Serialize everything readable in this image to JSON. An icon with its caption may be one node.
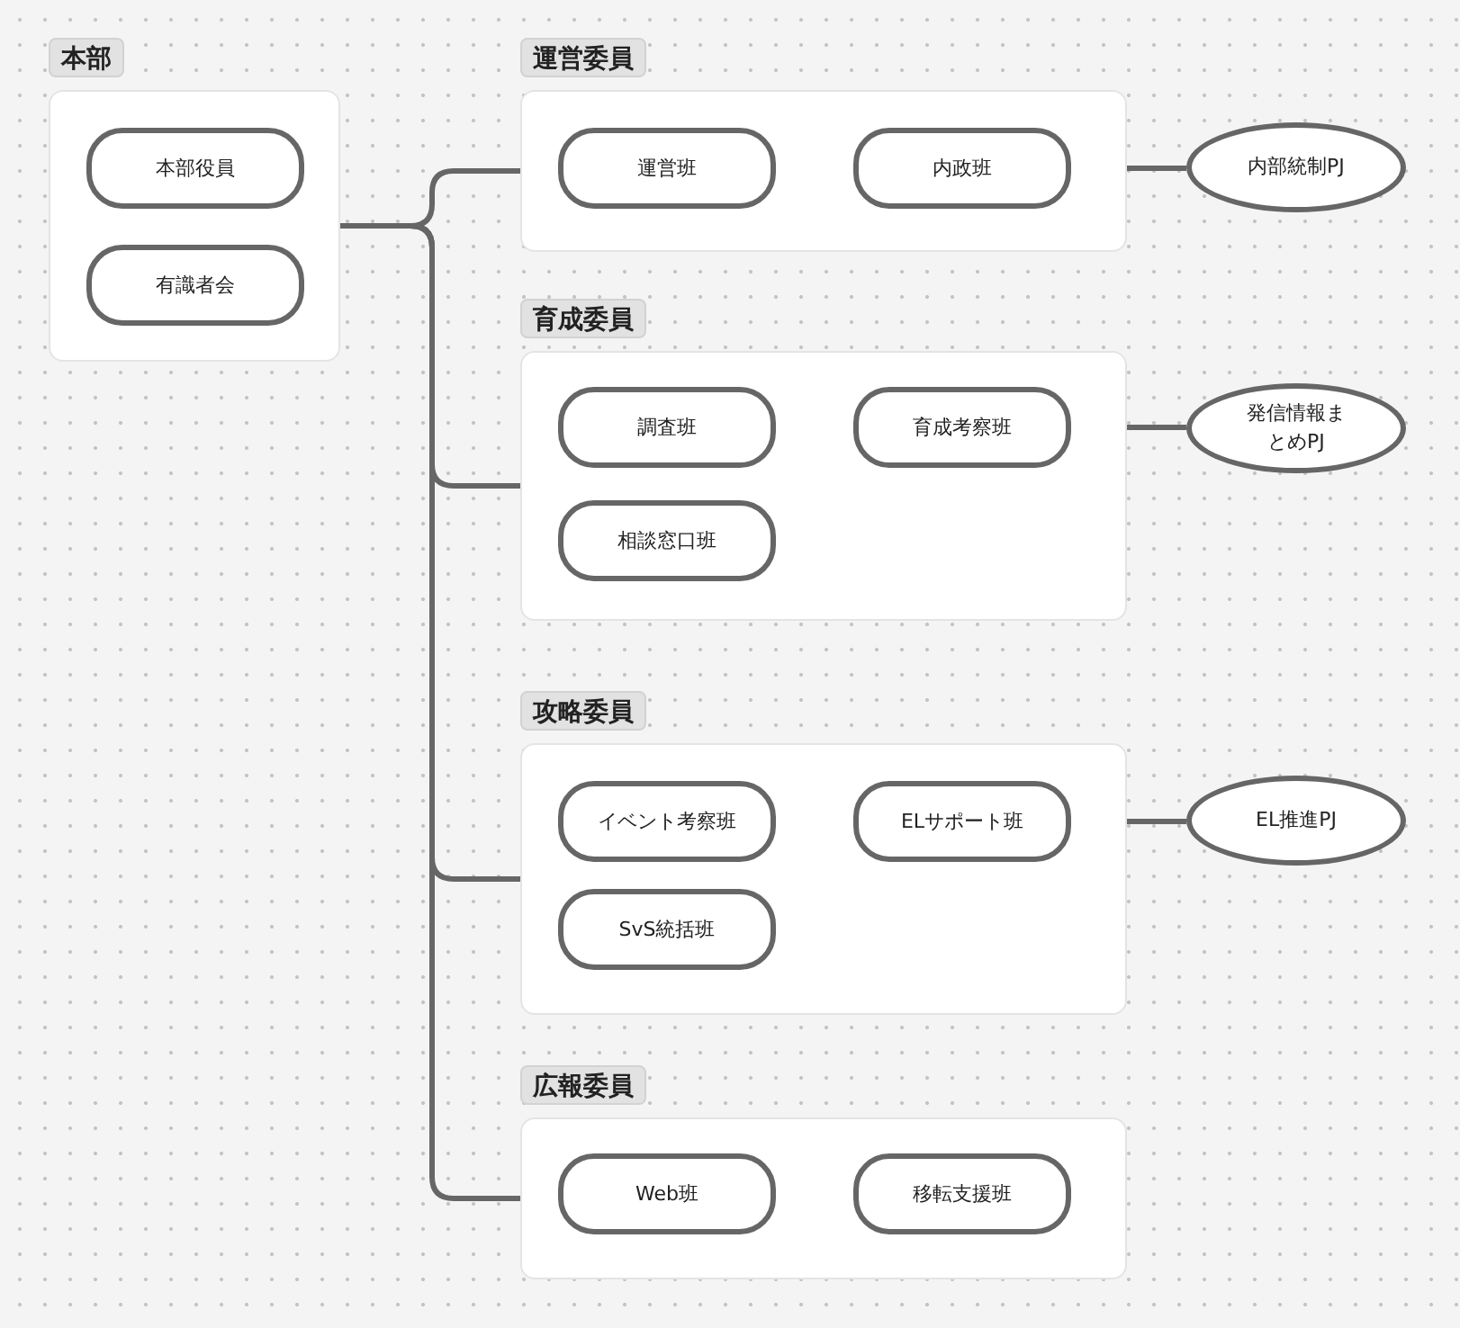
{
  "diagram": {
    "nodes": [
      {
        "text": [
          "本部"
        ]
      },
      {
        "text": [
          "本部役員"
        ],
        "in": 0
      },
      {
        "text": [
          "有識者会"
        ],
        "in": 0
      },
      {
        "text": [
          "運営委員"
        ]
      },
      {
        "text": [
          "運営班"
        ],
        "in": 3
      },
      {
        "text": [
          "内政班"
        ],
        "in": 3
      },
      {
        "text": [
          "内部統制PJ"
        ]
      },
      {
        "text": [
          "育成委員"
        ]
      },
      {
        "text": [
          "調査班"
        ],
        "in": 7
      },
      {
        "text": [
          "育成考察班"
        ],
        "in": 7
      },
      {
        "text": [
          "相談窓口班"
        ],
        "in": 7
      },
      {
        "text": [
          "発信情報まとめPJ"
        ]
      },
      {
        "text": [
          "攻略委員"
        ]
      },
      {
        "text": [
          "イベント考察班"
        ],
        "in": 12
      },
      {
        "text": [
          "ELサポート班"
        ],
        "in": 12
      },
      {
        "text": [
          "SvS統括班"
        ],
        "in": 12
      },
      {
        "text": [
          "EL推進PJ"
        ]
      },
      {
        "text": [
          "広報委員"
        ]
      },
      {
        "text": [
          "Web班"
        ],
        "in": 17
      },
      {
        "text": [
          "移転支援班"
        ],
        "in": 17
      }
    ],
    "edges": [
      {
        "from": 0,
        "to": 3,
        "arrow": "none"
      },
      {
        "from": 0,
        "to": 7,
        "arrow": "none"
      },
      {
        "from": 0,
        "to": 12,
        "arrow": "none"
      },
      {
        "from": 0,
        "to": 17,
        "arrow": "none"
      },
      {
        "from": 5,
        "to": 6,
        "arrow": "none"
      },
      {
        "from": 9,
        "to": 11,
        "arrow": "none"
      },
      {
        "from": 14,
        "to": 16,
        "arrow": "none"
      }
    ]
  }
}
